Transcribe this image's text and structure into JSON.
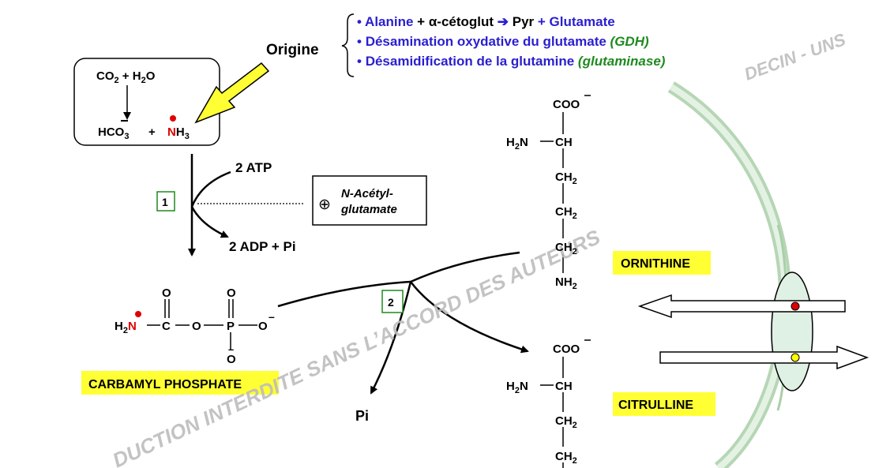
{
  "origin": {
    "label": "Origine",
    "lines": [
      {
        "bullet": "•",
        "parts": [
          {
            "t": "Alanine ",
            "c": "blue"
          },
          {
            "t": "+ ",
            "c": "black"
          },
          {
            "t": "α-cétoglut ",
            "c": "black"
          },
          {
            "t": "➔ ",
            "c": "blue"
          },
          {
            "t": "Pyr  ",
            "c": "black"
          },
          {
            "t": "+ ",
            "c": "blue"
          },
          {
            "t": "Glutamate",
            "c": "blue"
          }
        ]
      },
      {
        "bullet": "•",
        "parts": [
          {
            "t": "Désamination oxydative du glutamate ",
            "c": "blue"
          },
          {
            "t": "(GDH)",
            "c": "green",
            "italic": true
          }
        ]
      },
      {
        "bullet": "•",
        "parts": [
          {
            "t": "Désamidification de la glutamine ",
            "c": "blue"
          },
          {
            "t": "(glutaminase)",
            "c": "green",
            "italic": true
          }
        ]
      }
    ]
  },
  "box": {
    "co2": "CO",
    "sub2": "2",
    "plus_h2o": " + H",
    "sub2b": "2",
    "o": "O",
    "hco3": "HCO",
    "sub3": "3",
    "plus": "+",
    "n": "N",
    "h3": "H",
    "sub3b": "3"
  },
  "reaction1": {
    "step": "1",
    "atp": "2 ATP",
    "adp": "2 ADP + Pi",
    "activator_symbol": "⊕",
    "activator_line1": "N-Acétyl-",
    "activator_line2": "glutamate"
  },
  "carbamyl": {
    "h2n_h": "H",
    "h2n_sub": "2",
    "h2n_n": "N",
    "c": "C",
    "o_bridge": "O",
    "p": "P",
    "o_minus": "O",
    "o_top1": "O",
    "o_top2": "O",
    "o_bottom": "O",
    "minus": "–",
    "label": "CARBAMYL PHOSPHATE"
  },
  "reaction2": {
    "step": "2",
    "pi": "Pi"
  },
  "ornithine": {
    "coo": "COO",
    "h2n": "H",
    "h2n_sub": "2",
    "h2n_n": "N",
    "ch": "CH",
    "ch2": "CH",
    "sub": "2",
    "nh2": "NH",
    "label": "ORNITHINE"
  },
  "citrulline": {
    "coo": "COO",
    "h2n": "H",
    "h2n_sub": "2",
    "h2n_n": "N",
    "ch": "CH",
    "ch2": "CH",
    "sub": "2",
    "label": "CITRULLINE"
  },
  "watermarks": {
    "diagonal": "DUCTION INTERDITE SANS L’ACCORD DES AUTEURS",
    "top_right": "DECIN - UNS"
  },
  "colors": {
    "blue": "#2a1fcf",
    "green": "#1f8a1f",
    "red": "#e00000",
    "label_bg": "#ffff33",
    "arrow_yellow": "#ffff33",
    "membrane": "#c9e2c9",
    "transporter": "#dff0e4",
    "transporter_dot_yellow": "#ffff00",
    "watermark": "#b8b8b8"
  }
}
